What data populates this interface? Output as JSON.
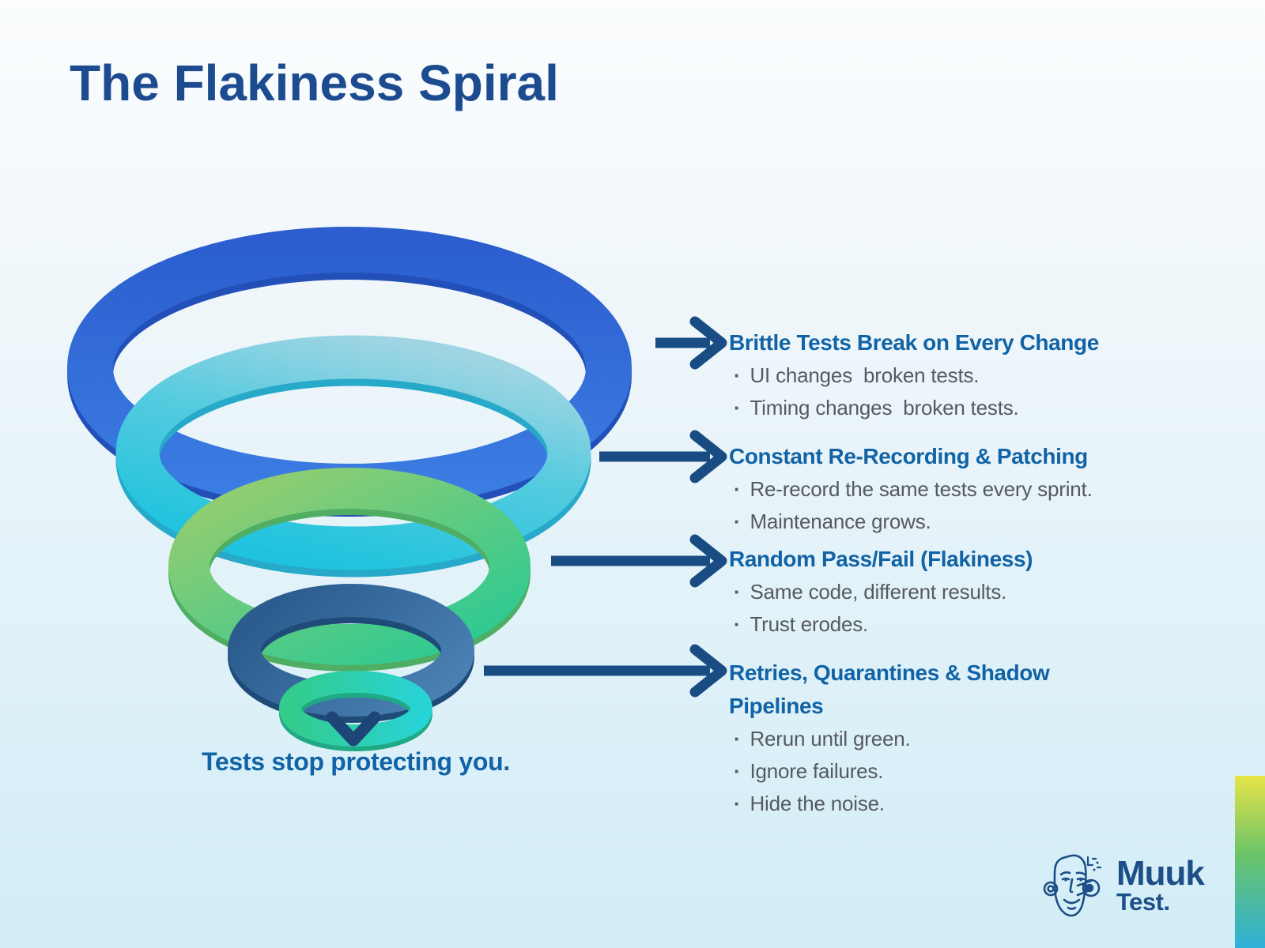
{
  "page": {
    "title": "The Flakiness Spiral"
  },
  "spiral": {
    "bottom_label": "Tests stop protecting you.",
    "rings": [
      {
        "name": "ring-1-largest",
        "color_start": "#2c5ecf",
        "color_end": "#3b7de2"
      },
      {
        "name": "ring-2",
        "color_start": "#9fd5e3",
        "color_end": "#1fc3de"
      },
      {
        "name": "ring-3",
        "color_start": "#9acd6e",
        "color_end": "#26c995"
      },
      {
        "name": "ring-4",
        "color_start": "#2b5c8e",
        "color_end": "#4a80b2"
      },
      {
        "name": "ring-5-smallest",
        "color_start": "#32cc8b",
        "color_end": "#28d3d6"
      }
    ]
  },
  "bullet_char": "·",
  "callouts": [
    {
      "heading": "Brittle Tests Break on Every Change",
      "bullets": [
        "UI changes  broken tests.",
        "Timing changes  broken tests."
      ]
    },
    {
      "heading": "Constant Re-Recording & Patching",
      "bullets": [
        "Re-record the same tests every sprint.",
        "Maintenance grows."
      ]
    },
    {
      "heading": "Random Pass/Fail (Flakiness)",
      "bullets": [
        "Same code, different results.",
        "Trust erodes."
      ]
    },
    {
      "heading": "Retries, Quarantines & Shadow Pipelines",
      "bullets": [
        "Rerun until green.",
        "Ignore failures.",
        "Hide the noise."
      ]
    }
  ],
  "logo": {
    "name": "Muuk",
    "suffix": "Test."
  },
  "colors": {
    "title": "#1c4c8f",
    "heading": "#1163a6",
    "body_text": "#565a5e",
    "arrow": "#1a4c84",
    "background_top": "#fbfdfe",
    "background_bottom": "#d2edf7",
    "accent_strip": [
      "#e8e448",
      "#6cc468",
      "#2fb0d8"
    ]
  }
}
